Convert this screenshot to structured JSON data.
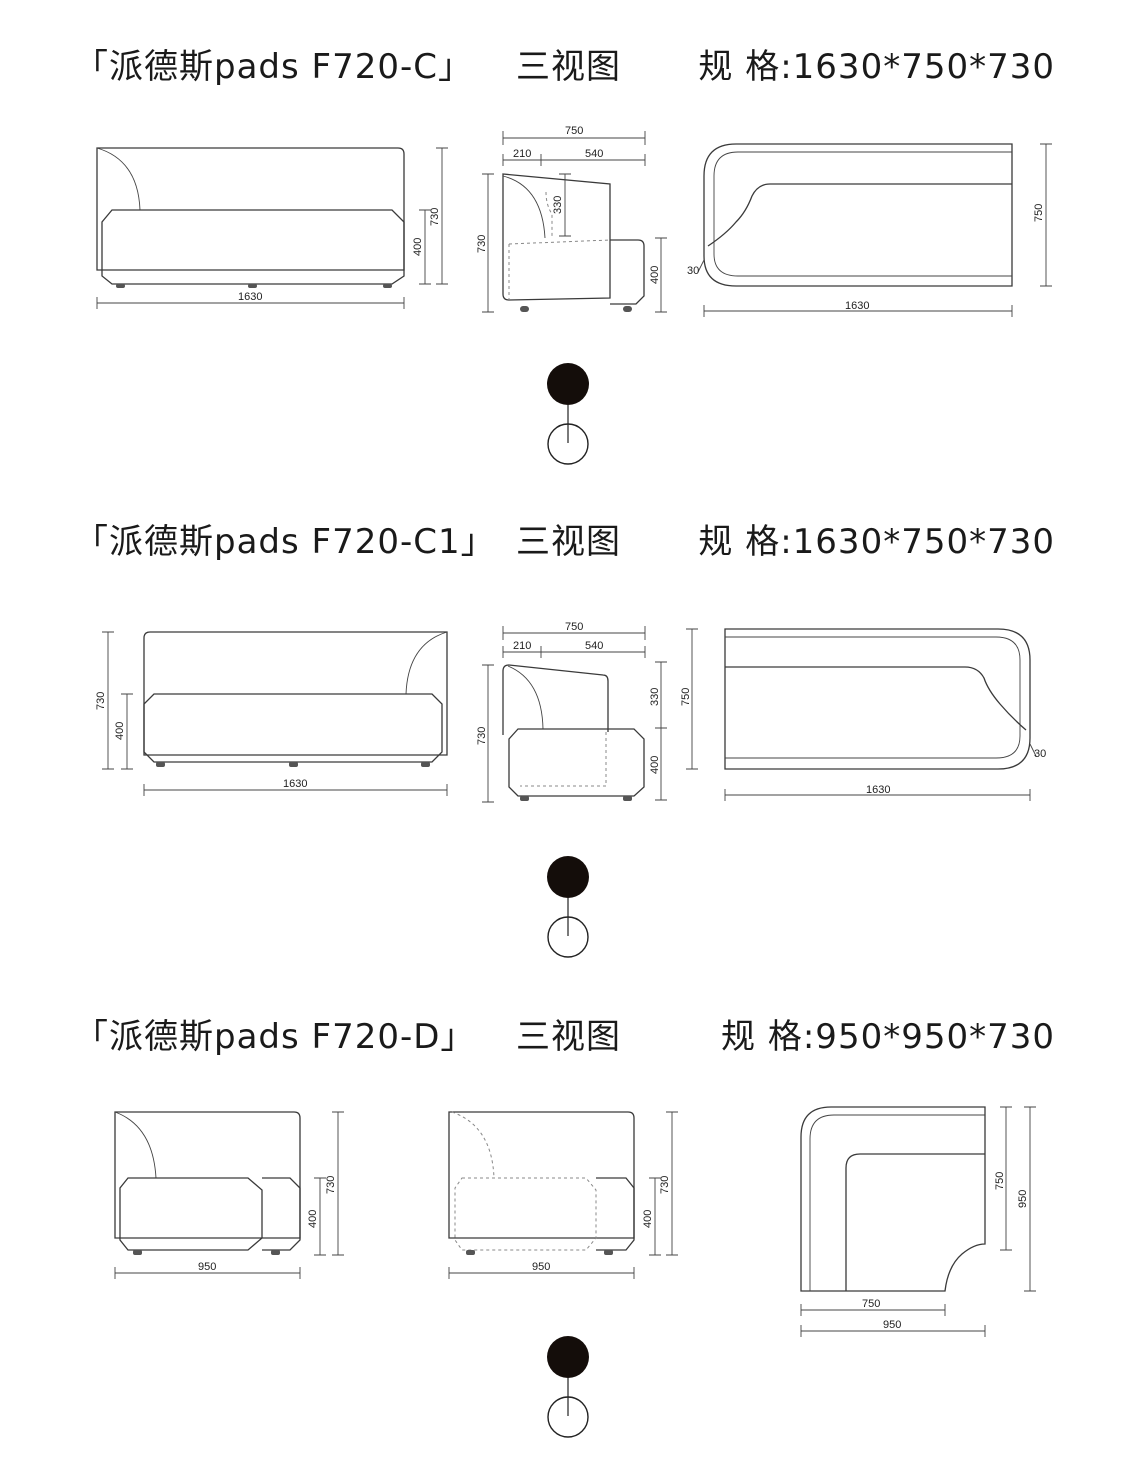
{
  "sections": [
    {
      "name": "「派德斯pads F720-C」",
      "views_label": "三视图",
      "spec": "规 格:1630*750*730",
      "dims": {
        "front_width": "1630",
        "front_height": "730",
        "front_seat": "400",
        "side_depth": "750",
        "side_back": "210",
        "side_seat_depth": "540",
        "side_height": "730",
        "side_back_height": "330",
        "side_seat": "400",
        "top_width": "1630",
        "top_depth": "750",
        "top_arm": "30"
      }
    },
    {
      "name": "「派德斯pads F720-C1」",
      "views_label": "三视图",
      "spec": "规 格:1630*750*730",
      "dims": {
        "front_width": "1630",
        "front_height": "730",
        "front_seat": "400",
        "side_depth": "750",
        "side_back": "210",
        "side_seat_depth": "540",
        "side_height": "730",
        "side_back_height": "330",
        "side_seat": "400",
        "top_width": "1630",
        "top_depth": "750",
        "top_arm": "30"
      }
    },
    {
      "name": "「派德斯pads F720-D」",
      "views_label": "三视图",
      "spec": "规 格:950*950*730",
      "dims": {
        "front_width": "950",
        "front_height": "730",
        "front_seat": "400",
        "side_width": "950",
        "side_height": "730",
        "side_seat": "400",
        "top_inner_depth": "750",
        "top_outer_depth": "950",
        "top_inner_width": "750",
        "top_outer_width": "950"
      }
    }
  ],
  "colors": {
    "marker_fill": "#140d0a",
    "line": "#3a3a3a"
  }
}
